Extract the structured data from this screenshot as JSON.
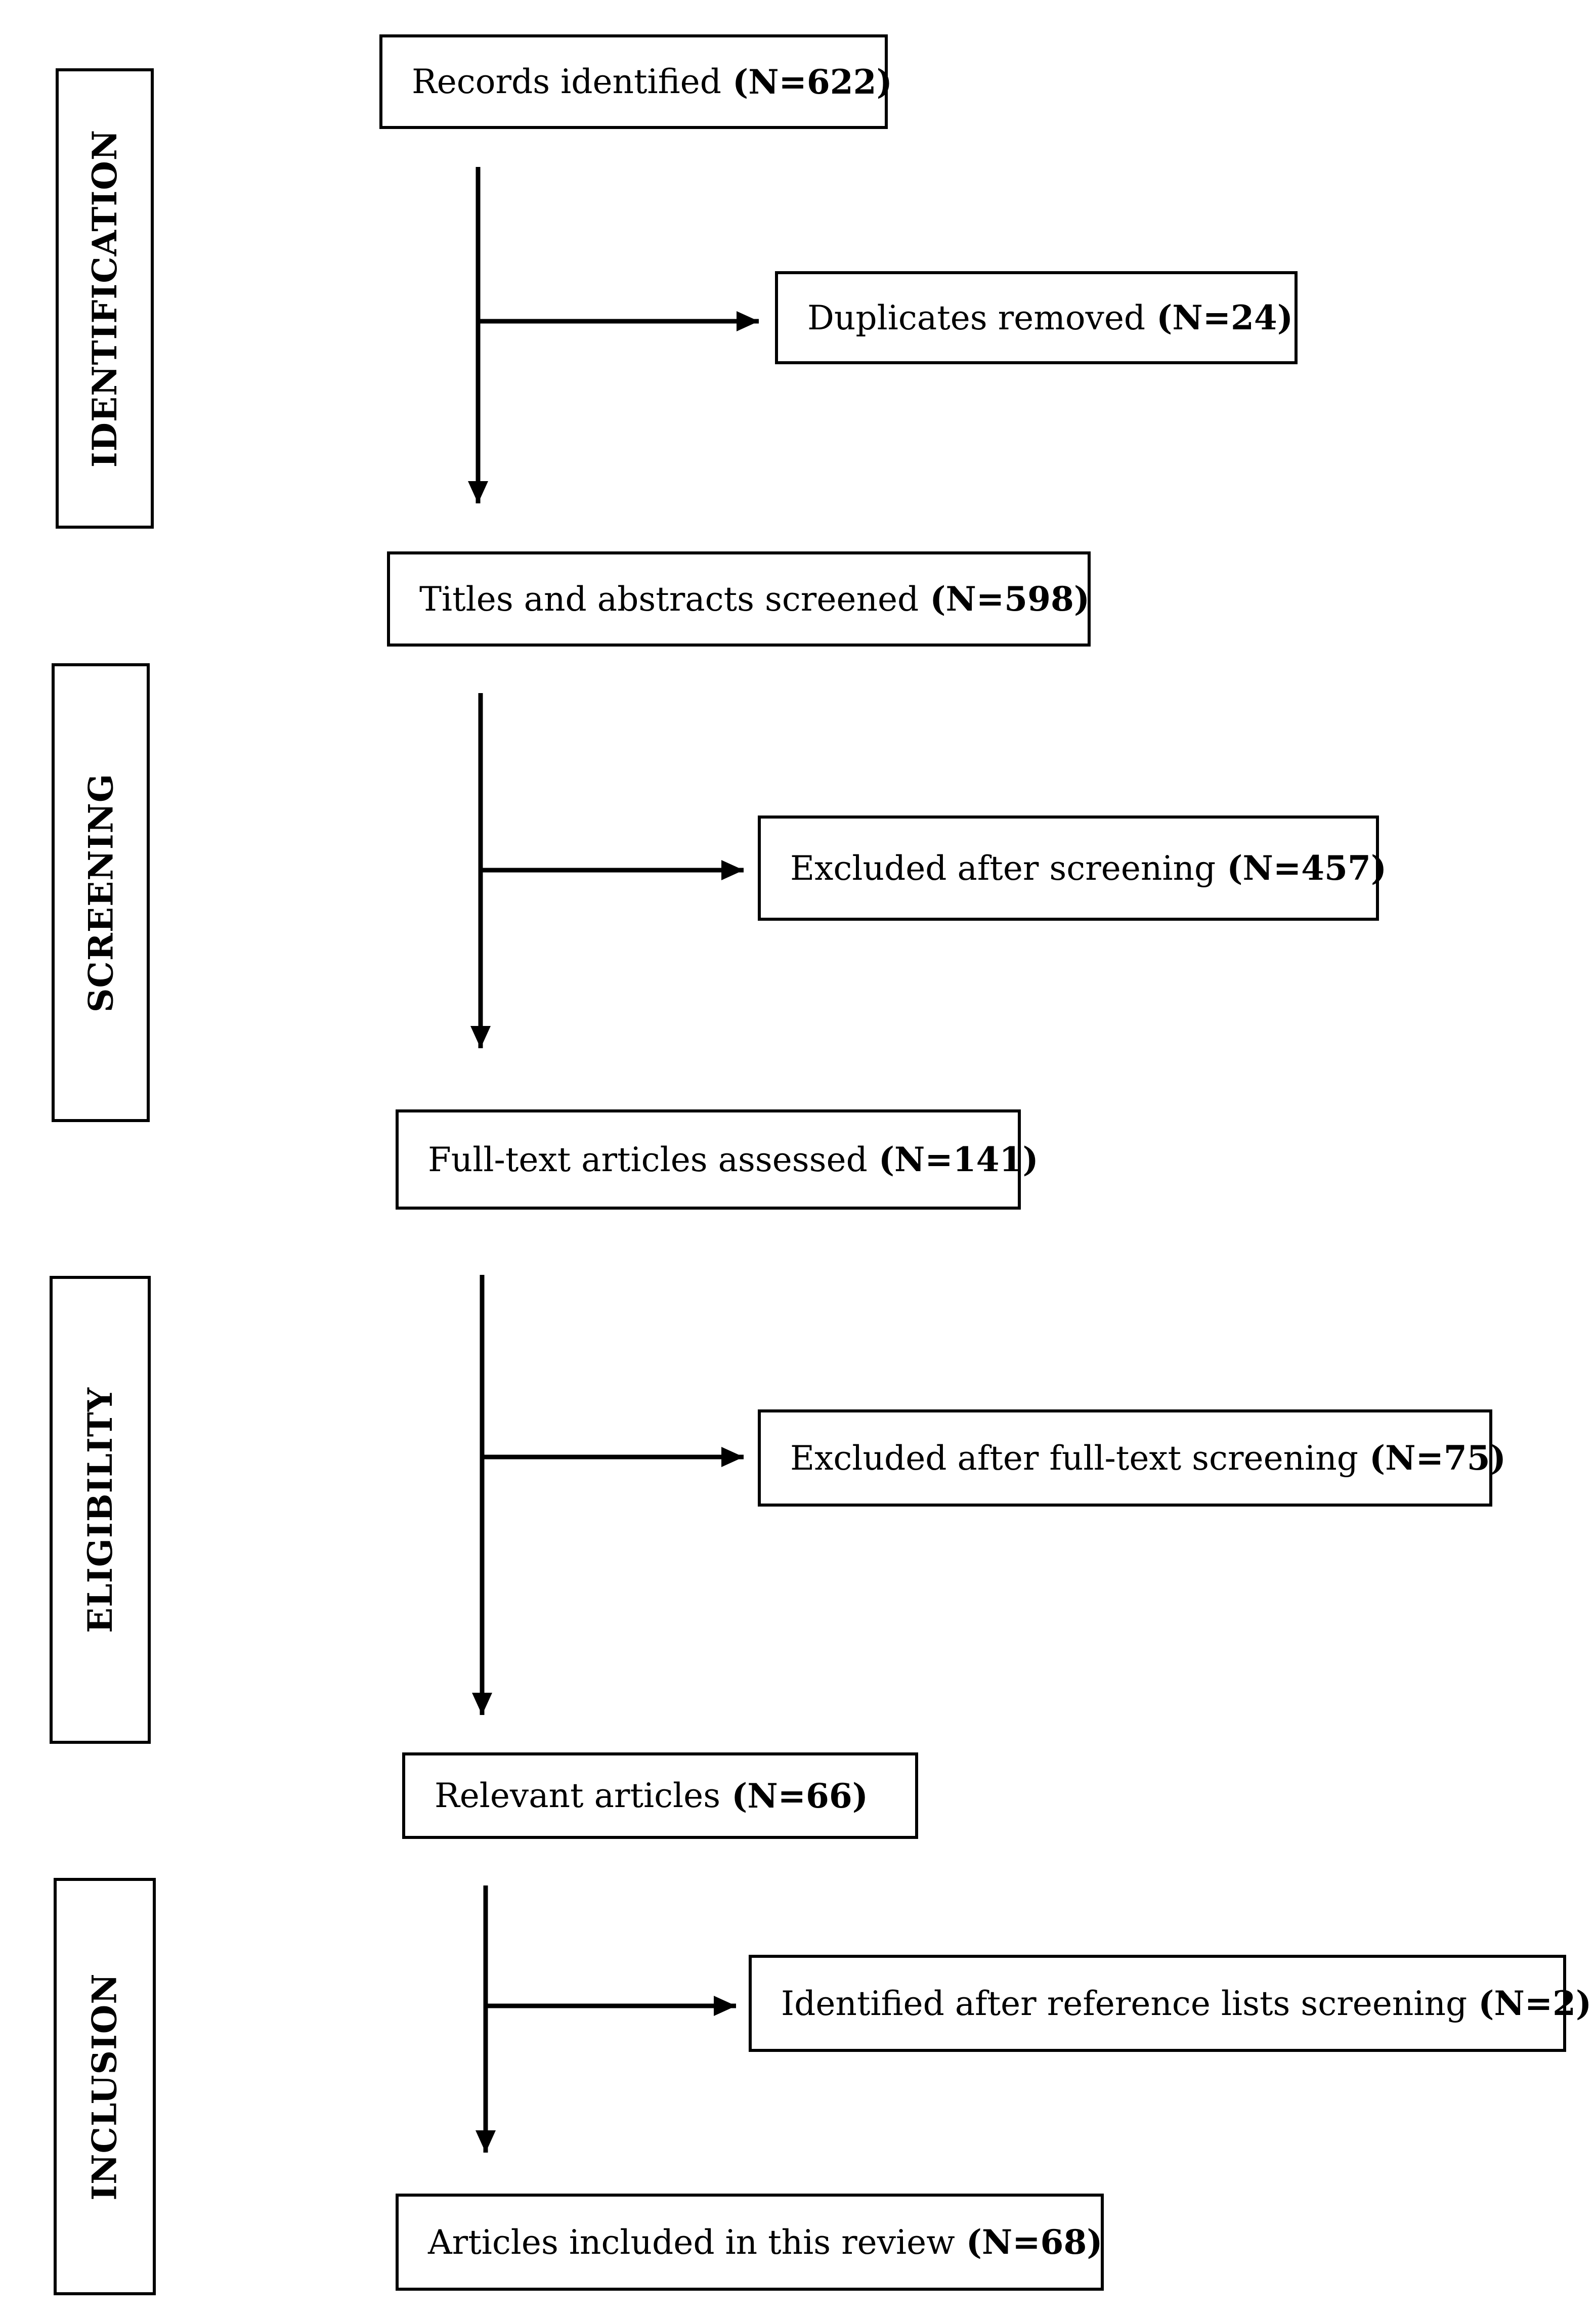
{
  "phases": {
    "identification": "IDENTIFICATION",
    "screening": "SCREENING",
    "eligibility": "ELIGIBILITY",
    "inclusion": "INCLUSION"
  },
  "nodes": {
    "records_identified": {
      "label": "Records identified",
      "count": "(N=622)"
    },
    "duplicates_removed": {
      "label": "Duplicates removed",
      "count": "(N=24)"
    },
    "titles_abstracts_screened": {
      "label": "Titles and abstracts screened",
      "count": "(N=598)"
    },
    "excluded_after_screening": {
      "label": "Excluded after screening",
      "count": "(N=457)"
    },
    "fulltext_assessed": {
      "label": "Full-text articles assessed",
      "count": "(N=141)"
    },
    "excluded_after_fulltext": {
      "label": "Excluded after full-text screening",
      "count": "(N=75)"
    },
    "relevant_articles": {
      "label": "Relevant articles",
      "count": "(N=66)"
    },
    "identified_reference_lists": {
      "label": "Identified after reference lists screening",
      "count": "(N=2)"
    },
    "articles_included": {
      "label": "Articles included in this review",
      "count": "(N=68)"
    }
  }
}
